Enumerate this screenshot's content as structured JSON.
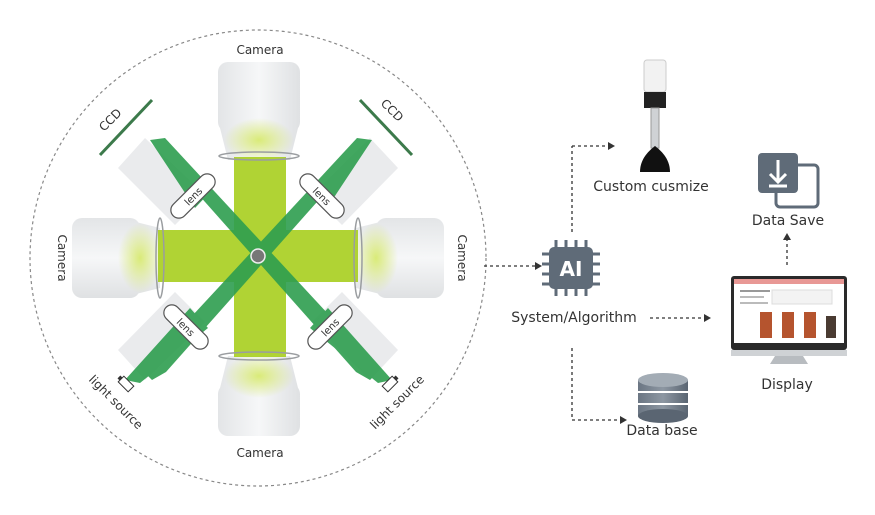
{
  "diagram": {
    "optics": {
      "camera_top": "Camera",
      "camera_bottom": "Camera",
      "camera_left": "Camera",
      "camera_right": "Camera",
      "ccd_label": "CCD",
      "lens_label": "lens",
      "light_source_left": "light source",
      "light_source_right": "light source"
    },
    "flow": {
      "ai_chip_text": "AI",
      "system_label": "System/Algorithm",
      "custom_label": "Custom cusmize",
      "data_save_label": "Data Save",
      "display_label": "Display",
      "database_label": "Data base"
    },
    "colors": {
      "beam_green": "#2e9e4f",
      "beam_light_green": "#a8cf1f",
      "chip_gray": "#5f6b78",
      "icon_gray": "#5f6b78"
    }
  }
}
